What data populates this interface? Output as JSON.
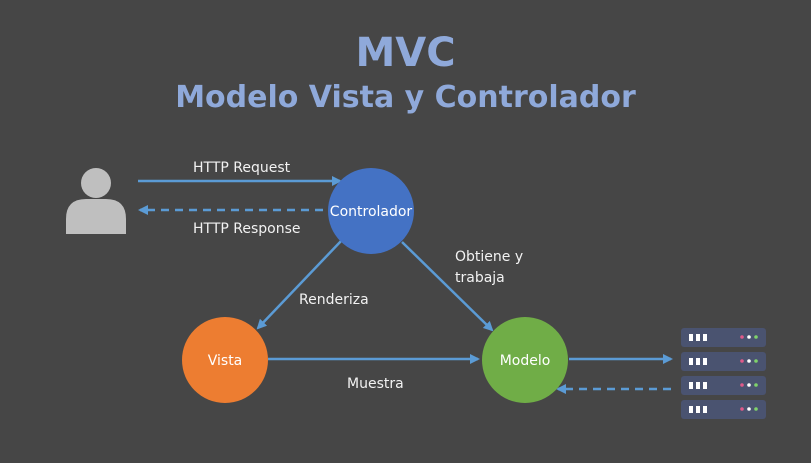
{
  "title": "MVC",
  "subtitle": "Modelo Vista y Controlador",
  "nodes": {
    "controller": "Controlador",
    "view": "Vista",
    "model": "Modelo"
  },
  "edges": {
    "http_request": "HTTP Request",
    "http_response": "HTTP Response",
    "renders": "Renderiza",
    "obtains_line1": "Obtiene y",
    "obtains_line2": "trabaja",
    "shows": "Muestra"
  },
  "colors": {
    "background": "#464646",
    "title": "#8fa9da",
    "controller": "#4472c4",
    "view": "#ed7d31",
    "model": "#70ad47",
    "arrow": "#5b9bd5",
    "user": "#bfbfbf",
    "server": "#4a5370"
  },
  "icons": {
    "user": "user-icon",
    "database": "server-stack-icon"
  }
}
